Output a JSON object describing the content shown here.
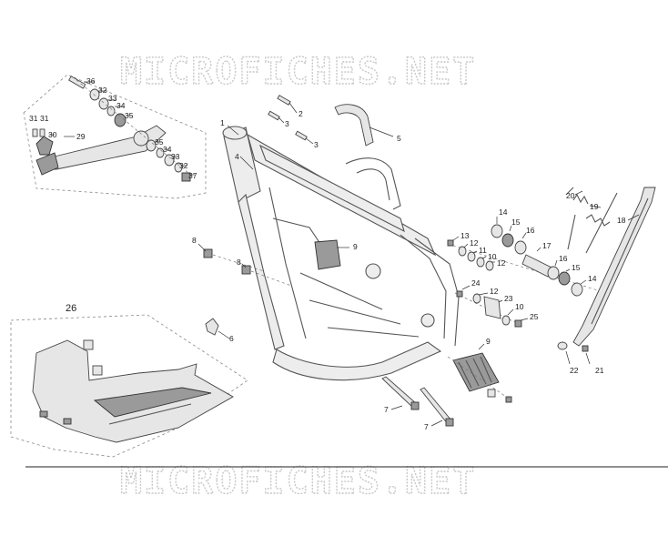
{
  "watermark": "MICROFICHES.NET",
  "callouts": {
    "c1": "1",
    "c2": "2",
    "c3a": "3",
    "c3b": "3",
    "c4": "4",
    "c5": "5",
    "c6": "6",
    "c7a": "7",
    "c7b": "7",
    "c8a": "8",
    "c8b": "8",
    "c9a": "9",
    "c9b": "9",
    "c10a": "10",
    "c10b": "10",
    "c11": "11",
    "c12a": "12",
    "c12b": "12",
    "c12c": "12",
    "c13": "13",
    "c14a": "14",
    "c14b": "14",
    "c15a": "15",
    "c15b": "15",
    "c16a": "16",
    "c16b": "16",
    "c17": "17",
    "c18": "18",
    "c19": "19",
    "c20": "20",
    "c21": "21",
    "c22": "22",
    "c23": "23",
    "c24": "24",
    "c25": "25",
    "c26": "26",
    "c29": "29",
    "c30": "30",
    "c31a": "31",
    "c31b": "31",
    "c32a": "32",
    "c32b": "32",
    "c33a": "33",
    "c33b": "33",
    "c34a": "34",
    "c34b": "34",
    "c35a": "35",
    "c35b": "35",
    "c36": "36",
    "c37": "37"
  },
  "colors": {
    "line": "#333333",
    "watermark": "#c8c8c8",
    "part_fill": "#e6e6e6",
    "dark_fill": "#9a9a9a"
  }
}
